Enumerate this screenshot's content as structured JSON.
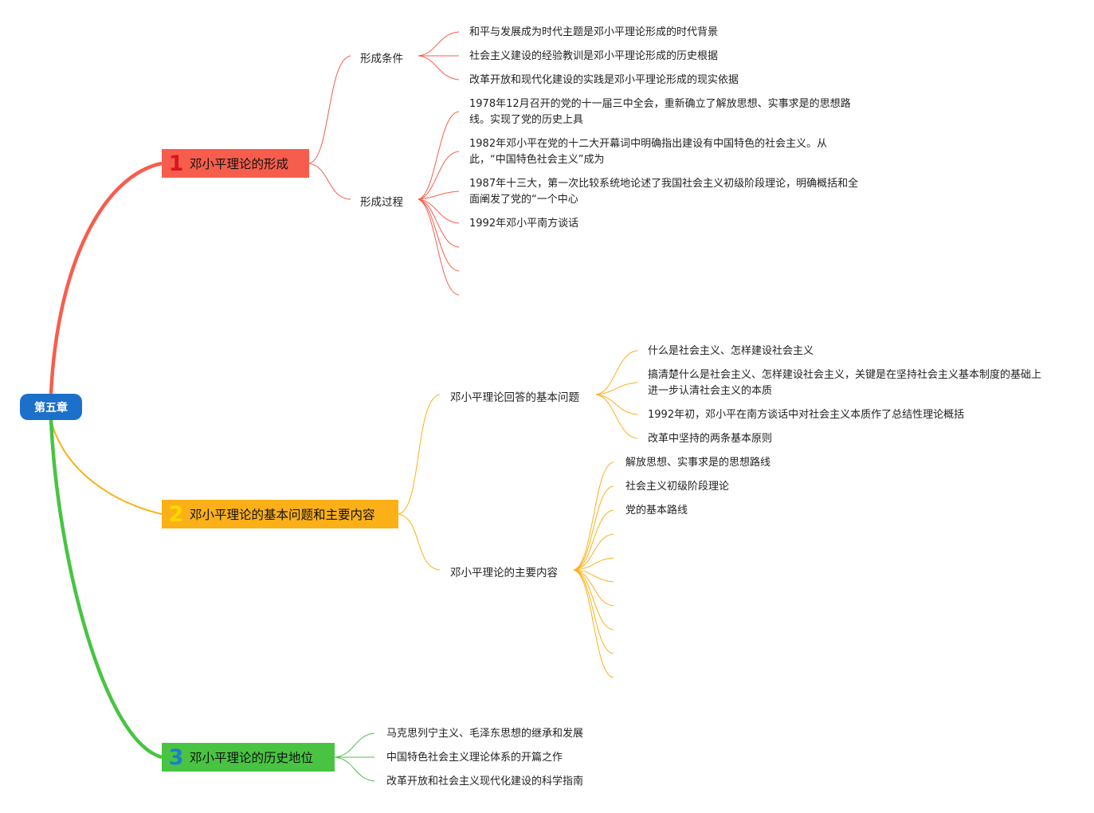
{
  "root": {
    "label": "第五章",
    "color": "#1d70c9"
  },
  "branches": [
    {
      "number": "1",
      "label": "邓小平理论的形成",
      "color": "#f75d4d",
      "children": [
        {
          "label": "形成条件",
          "leaves": [
            "和平与发展成为时代主题是邓小平理论形成的时代背景",
            "社会主义建设的经验教训是邓小平理论形成的历史根据",
            "改革开放和现代化建设的实践是邓小平理论形成的现实依据"
          ]
        },
        {
          "label": "形成过程",
          "leaves": [
            "1978年12月召开的党的十一届三中全会，重新确立了解放思想、实事求是的思想路线。实现了党的历史上具",
            "1982年邓小平在党的十二大开幕词中明确指出建设有中国特色的社会主义。从此，“中国特色社会主义”成为",
            "1987年十三大，第一次比较系统地论述了我国社会主义初级阶段理论，明确概括和全面阐发了党的“一个中心",
            "1992年邓小平南方谈话"
          ]
        }
      ]
    },
    {
      "number": "2",
      "label": "邓小平理论的基本问题和主要内容",
      "color": "#fbb018",
      "children": [
        {
          "label": "邓小平理论回答的基本问题",
          "leaves": [
            "什么是社会主义、怎样建设社会主义",
            "搞清楚什么是社会主义、怎样建设社会主义，关键是在坚持社会主义基本制度的基础上进一步认清社会主义的本质",
            "1992年初，邓小平在南方谈话中对社会主义本质作了总结性理论概括",
            "改革中坚持的两条基本原则"
          ]
        },
        {
          "label": "邓小平理论的主要内容",
          "leaves": [
            "解放思想、实事求是的思想路线",
            "社会主义初级阶段理论",
            "党的基本路线"
          ]
        }
      ]
    },
    {
      "number": "3",
      "label": "邓小平理论的历史地位",
      "color": "#48c442",
      "children": [],
      "leaves": [
        "马克思列宁主义、毛泽东思想的继承和发展",
        "中国特色社会主义理论体系的开篇之作",
        "改革开放和社会主义现代化建设的科学指南"
      ]
    }
  ]
}
